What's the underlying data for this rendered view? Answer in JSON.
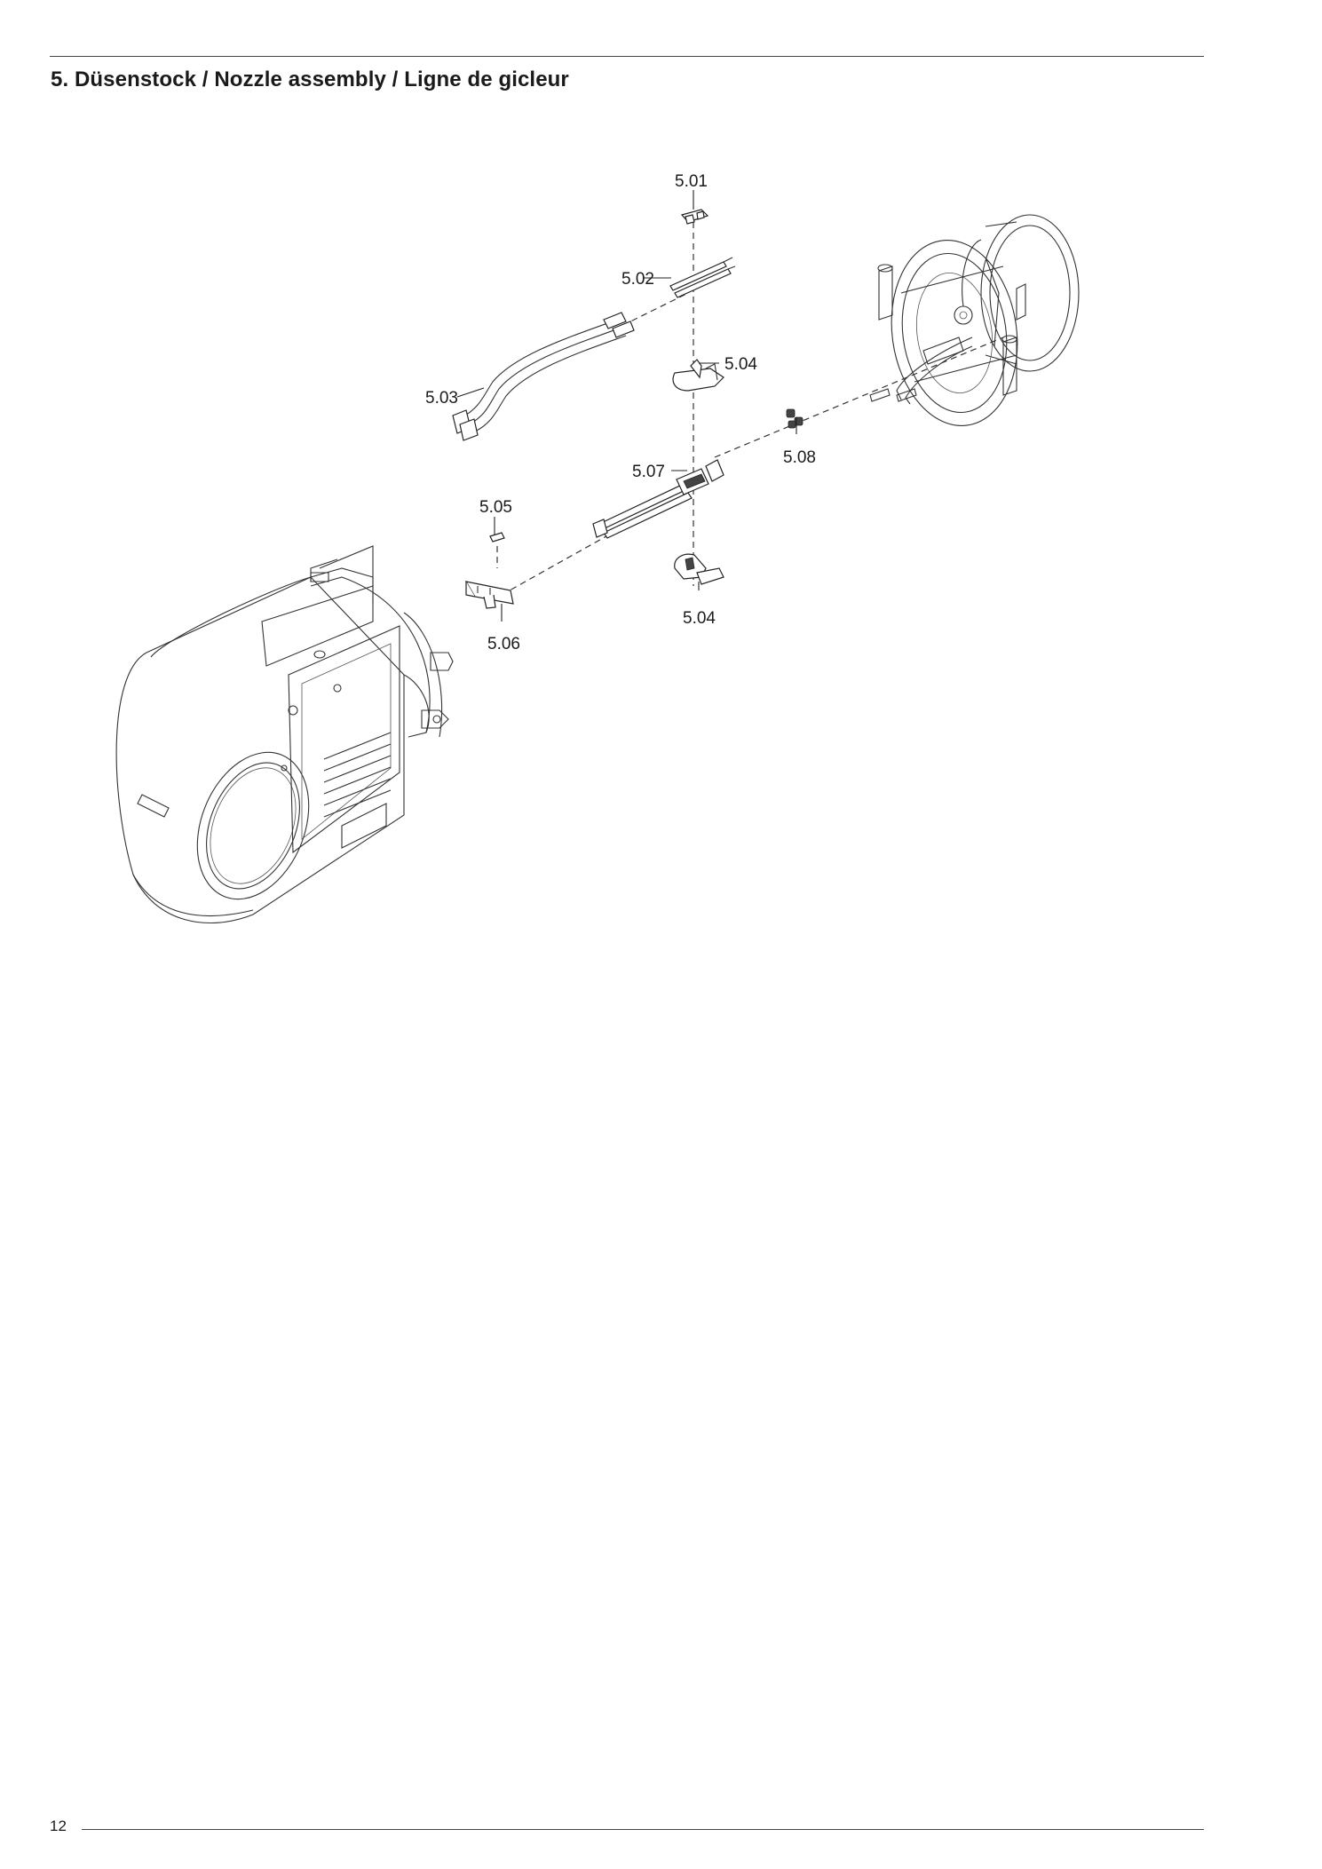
{
  "header": {
    "title": "5. Düsenstock / Nozzle assembly / Ligne de gicleur"
  },
  "footer": {
    "page_number": "12"
  },
  "diagram": {
    "callouts": [
      {
        "id": "5.01",
        "label": "5.01"
      },
      {
        "id": "5.02",
        "label": "5.02"
      },
      {
        "id": "5.03",
        "label": "5.03"
      },
      {
        "id": "5.04a",
        "label": "5.04"
      },
      {
        "id": "5.05",
        "label": "5.05"
      },
      {
        "id": "5.06",
        "label": "5.06"
      },
      {
        "id": "5.07",
        "label": "5.07"
      },
      {
        "id": "5.08",
        "label": "5.08"
      },
      {
        "id": "5.04b",
        "label": "5.04"
      }
    ]
  }
}
